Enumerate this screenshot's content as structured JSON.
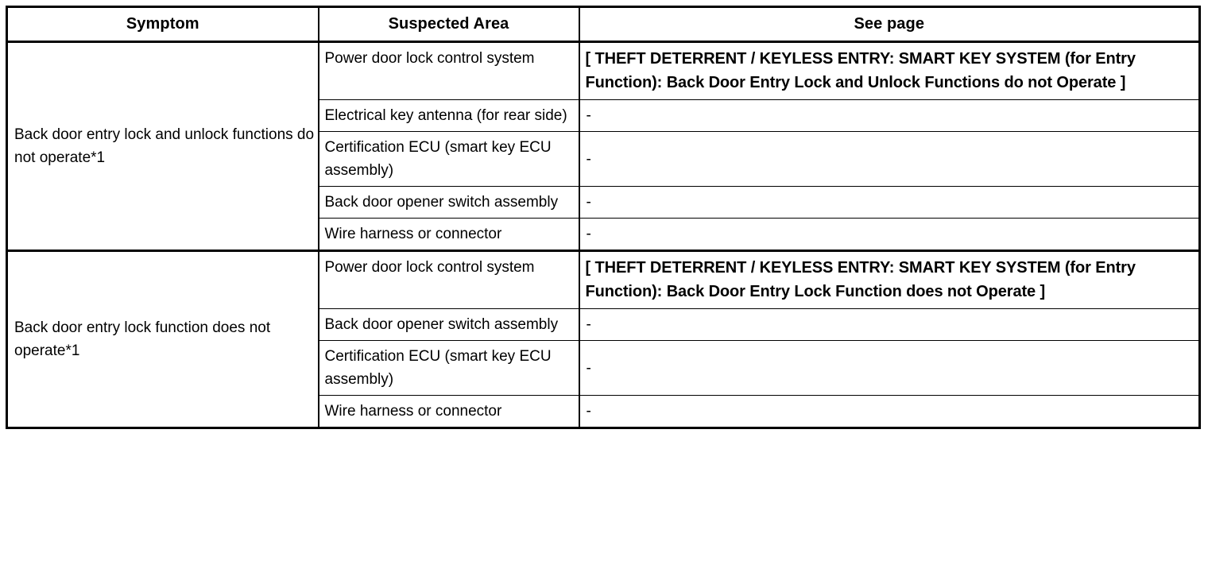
{
  "table": {
    "columns": [
      {
        "key": "symptom",
        "label": "Symptom"
      },
      {
        "key": "suspected_area",
        "label": "Suspected Area"
      },
      {
        "key": "see_page",
        "label": "See page"
      }
    ],
    "dash": "-",
    "groups": [
      {
        "symptom": "Back door entry lock and unlock functions do not operate*1",
        "rows": [
          {
            "suspected_area": "Power door lock control system",
            "see_page": "[ THEFT DETERRENT / KEYLESS ENTRY: SMART KEY SYSTEM (for Entry Function): Back Door Entry Lock and Unlock Functions do not Operate ]",
            "see_page_style": "reference"
          },
          {
            "suspected_area": "Electrical key antenna (for rear side)",
            "see_page": "-",
            "see_page_style": "dash"
          },
          {
            "suspected_area": "Certification ECU (smart key ECU assembly)",
            "see_page": "-",
            "see_page_style": "dash"
          },
          {
            "suspected_area": "Back door opener switch assembly",
            "see_page": "-",
            "see_page_style": "dash"
          },
          {
            "suspected_area": "Wire harness or connector",
            "see_page": "-",
            "see_page_style": "dash"
          }
        ]
      },
      {
        "symptom": "Back door entry lock function does not operate*1",
        "rows": [
          {
            "suspected_area": "Power door lock control system",
            "see_page": "[ THEFT DETERRENT / KEYLESS ENTRY: SMART KEY SYSTEM (for Entry Function): Back Door Entry Lock Function does not Operate ]",
            "see_page_style": "reference"
          },
          {
            "suspected_area": "Back door opener switch assembly",
            "see_page": "-",
            "see_page_style": "dash"
          },
          {
            "suspected_area": "Certification ECU (smart key ECU assembly)",
            "see_page": "-",
            "see_page_style": "dash"
          },
          {
            "suspected_area": "Wire harness or connector",
            "see_page": "-",
            "see_page_style": "dash"
          }
        ]
      }
    ]
  },
  "style": {
    "border_color": "#000000",
    "background_color": "#ffffff",
    "text_color": "#000000"
  }
}
